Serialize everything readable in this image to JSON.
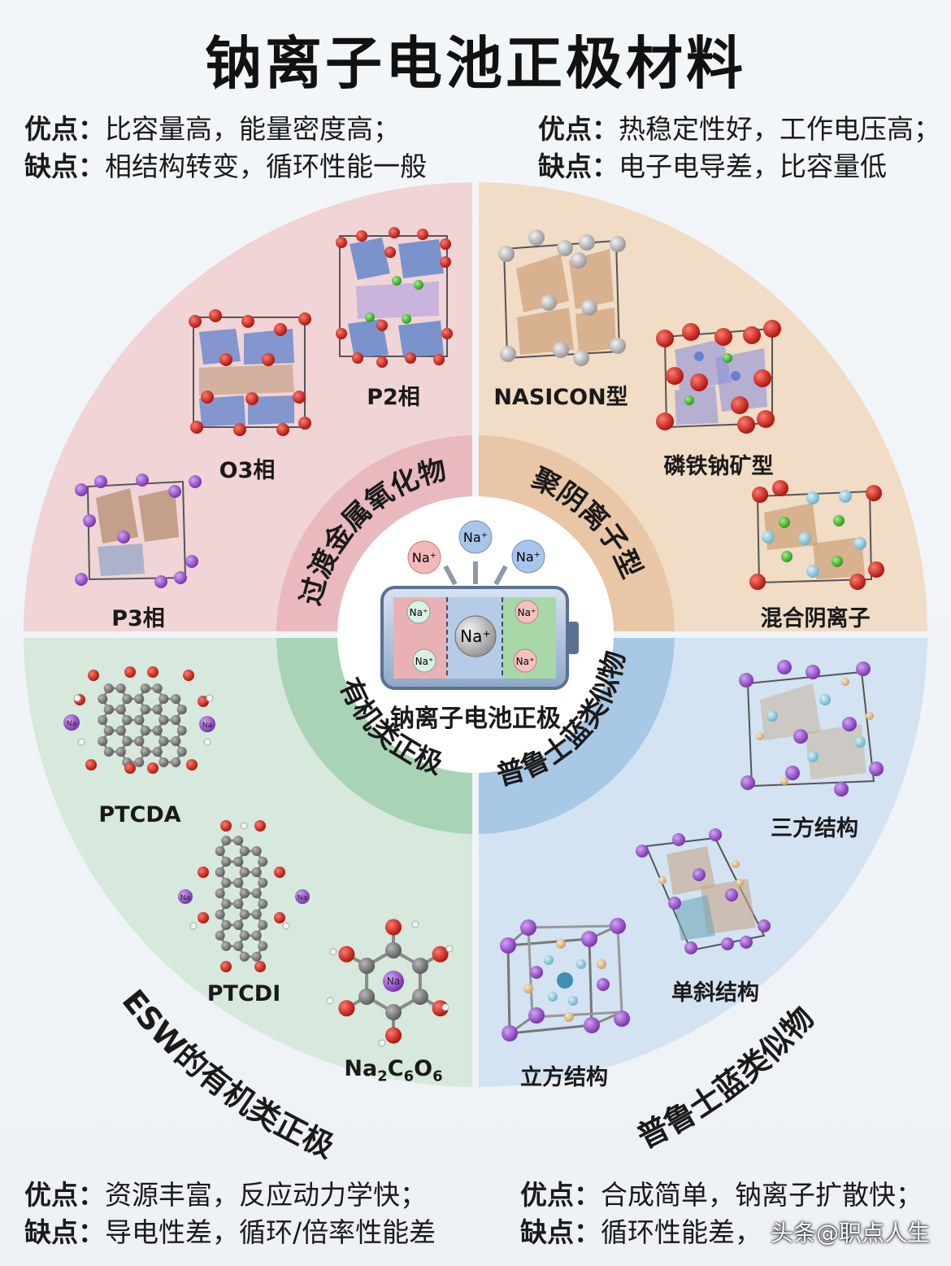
{
  "title": "钠离子电池正极材料",
  "corners": {
    "top_left": {
      "pro_key": "优点：",
      "pro": "比容量高，能量密度高；",
      "con_key": "缺点：",
      "con": "相结构转变，循环性能一般"
    },
    "top_right": {
      "pro_key": "优点：",
      "pro": "热稳定性好，工作电压高；",
      "con_key": "缺点：",
      "con": "电子电导差，比容量低"
    },
    "bottom_left": {
      "pro_key": "优点：",
      "pro": "资源丰富，反应动力学快；",
      "con_key": "缺点：",
      "con": "导电性差，循环/倍率性能差"
    },
    "bottom_right": {
      "pro_key": "优点：",
      "pro": "合成简单，钠离子扩散快；",
      "con_key": "缺点：",
      "con": "循环性能差，"
    }
  },
  "inner_ring": {
    "top_left": "过渡金属氧化物",
    "top_right": "聚阴离子型",
    "bottom_left": "有机类正极",
    "bottom_right": "普鲁士蓝类似物"
  },
  "outer_arc": {
    "bottom_left": "ESW的有机类正极",
    "bottom_right": "普鲁士蓝类似物"
  },
  "center": {
    "caption": "钠离子电池正极",
    "ion_big": "Na⁺",
    "ion_small": "Na⁺",
    "na_small": "Na"
  },
  "structures": {
    "p2": "P2相",
    "o3": "O3相",
    "p3": "P3相",
    "nasicon": "NASICON型",
    "olivine": "磷铁钠矿型",
    "mixed": "混合阴离子",
    "trigonal": "三方结构",
    "monoclinic": "单斜结构",
    "cubic": "立方结构",
    "ptcda": "PTCDA",
    "ptcdi": "PTCDI",
    "na2c6o6": {
      "a": "Na",
      "s1": "2",
      "b": "C",
      "s2": "6",
      "c": "O",
      "s3": "6"
    }
  },
  "watermark": "头条@职点人生",
  "colors": {
    "q_tl": "#f1d4d6",
    "q_tr": "#f1dcc6",
    "q_bl": "#d6e9dc",
    "q_br": "#d3e3f1",
    "ring_tl": "#e9b9bd",
    "ring_tr": "#e9c7a6",
    "ring_bl": "#a9d3b5",
    "ring_br": "#a9c8e6",
    "oxygen": "#c8241c",
    "sodium": "#9b59d0",
    "carbon": "#7d7d7d"
  }
}
